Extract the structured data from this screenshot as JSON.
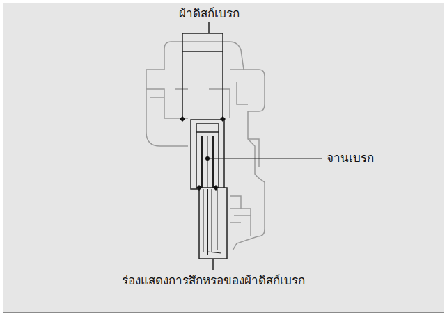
{
  "diagram": {
    "labels": [
      "ผ้าดิสก์เบรก",
      "จานเบรก",
      "ร่องแสดงการสึกหรอของผ้าดิสก์เบรก"
    ]
  }
}
